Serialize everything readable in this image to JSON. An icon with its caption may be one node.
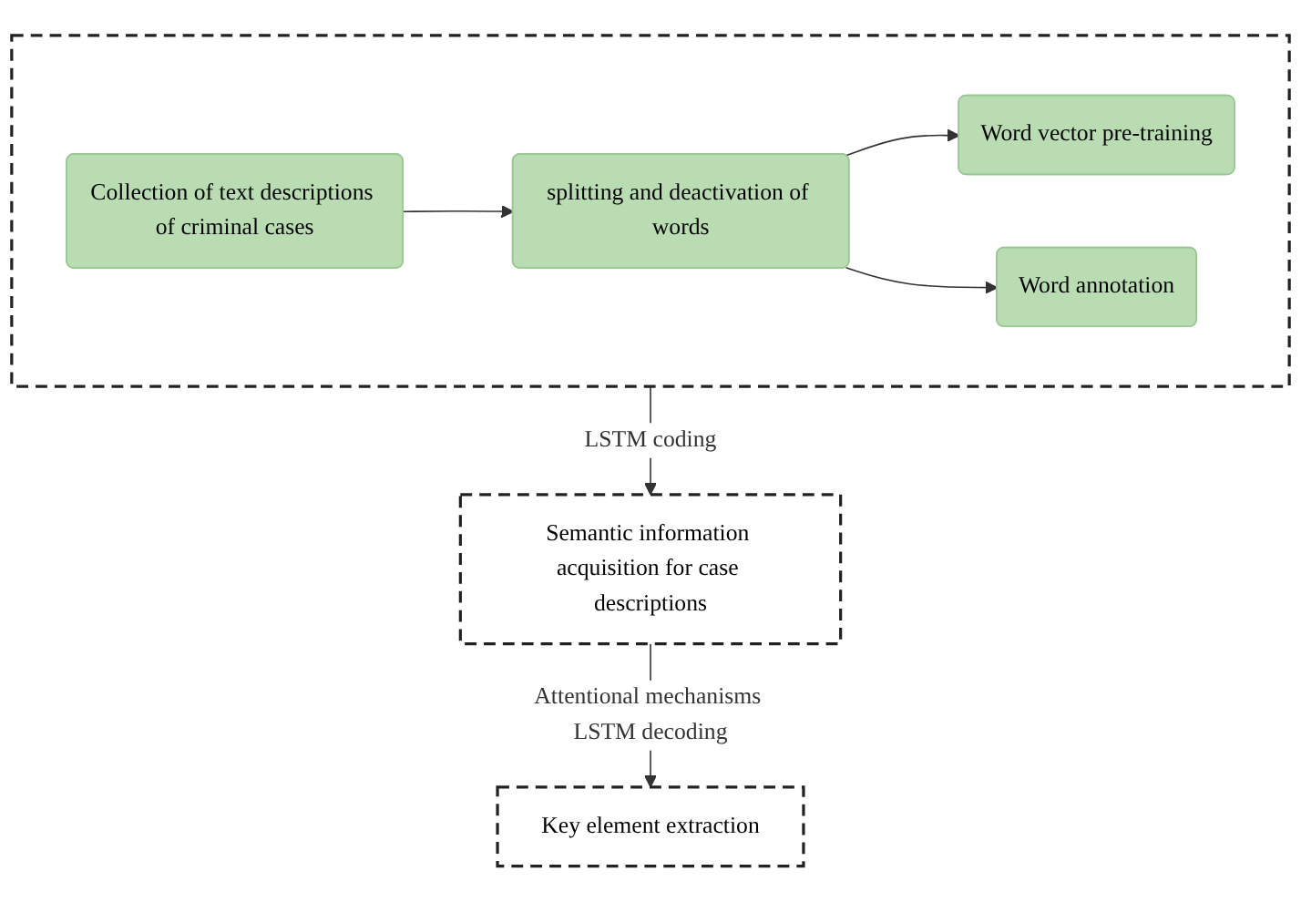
{
  "diagram": {
    "nodes": [
      {
        "text": [],
        "shape": "box"
      },
      {
        "text": [
          "Collection of text descriptions of criminal cases"
        ],
        "in": 0
      },
      {
        "text": [
          "splitting and deactivation of words"
        ],
        "in": 0
      },
      {
        "text": [
          "Word vector pre-training"
        ],
        "in": 0
      },
      {
        "text": [
          "Word annotation"
        ],
        "in": 0
      },
      {
        "text": [
          "Semantic information acquisition for case descriptions"
        ]
      },
      {
        "text": [
          "Key element extraction"
        ]
      }
    ],
    "edges": [
      {
        "from": 1,
        "to": 2,
        "arrow": "to"
      },
      {
        "from": 2,
        "to": 3,
        "arrow": "to"
      },
      {
        "from": 2,
        "to": 4,
        "arrow": "to"
      },
      {
        "from": 0,
        "to": 5,
        "arrow": "to",
        "label": "LSTM coding"
      },
      {
        "from": 5,
        "to": 6,
        "arrow": "to",
        "label": "Attentional mechanisms LSTM decoding"
      }
    ]
  }
}
